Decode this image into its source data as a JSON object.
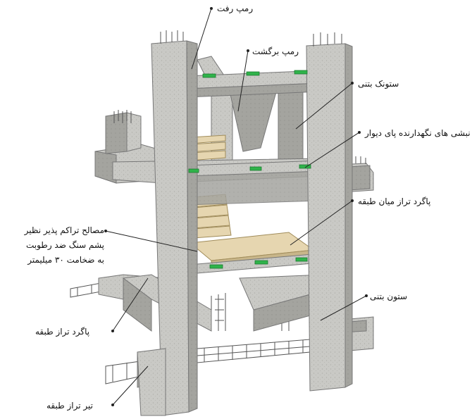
{
  "labels": {
    "ramp_up": "رمپ رفت",
    "ramp_return": "رمپ برگشت",
    "concrete_post": "ستونک بتنی",
    "wall_retaining_nosing": "نبشی های نگهدارنده پای دیوار",
    "mid_landing_slab": "پاگرد تراز میان طبقه",
    "compressible_material_line1": "مصالح تراکم پذیر نظیر",
    "compressible_material_line2": "پشم سنگ ضد رطوبت",
    "compressible_material_line3": "به ضخامت ۳۰ میلیمتر",
    "concrete_column": "ستون بتنی",
    "floor_landing": "پاگرد تراز طبقه",
    "floor_beam": "تیر تراز طبقه"
  },
  "colors": {
    "concrete": "#c9c9c5",
    "concrete_dark": "#9e9e99",
    "concrete_shadow": "#7d7d78",
    "stair_wood": "#e6d6b0",
    "green_plate": "#2fb34a",
    "rebar": "#555555",
    "leader": "#222222"
  }
}
